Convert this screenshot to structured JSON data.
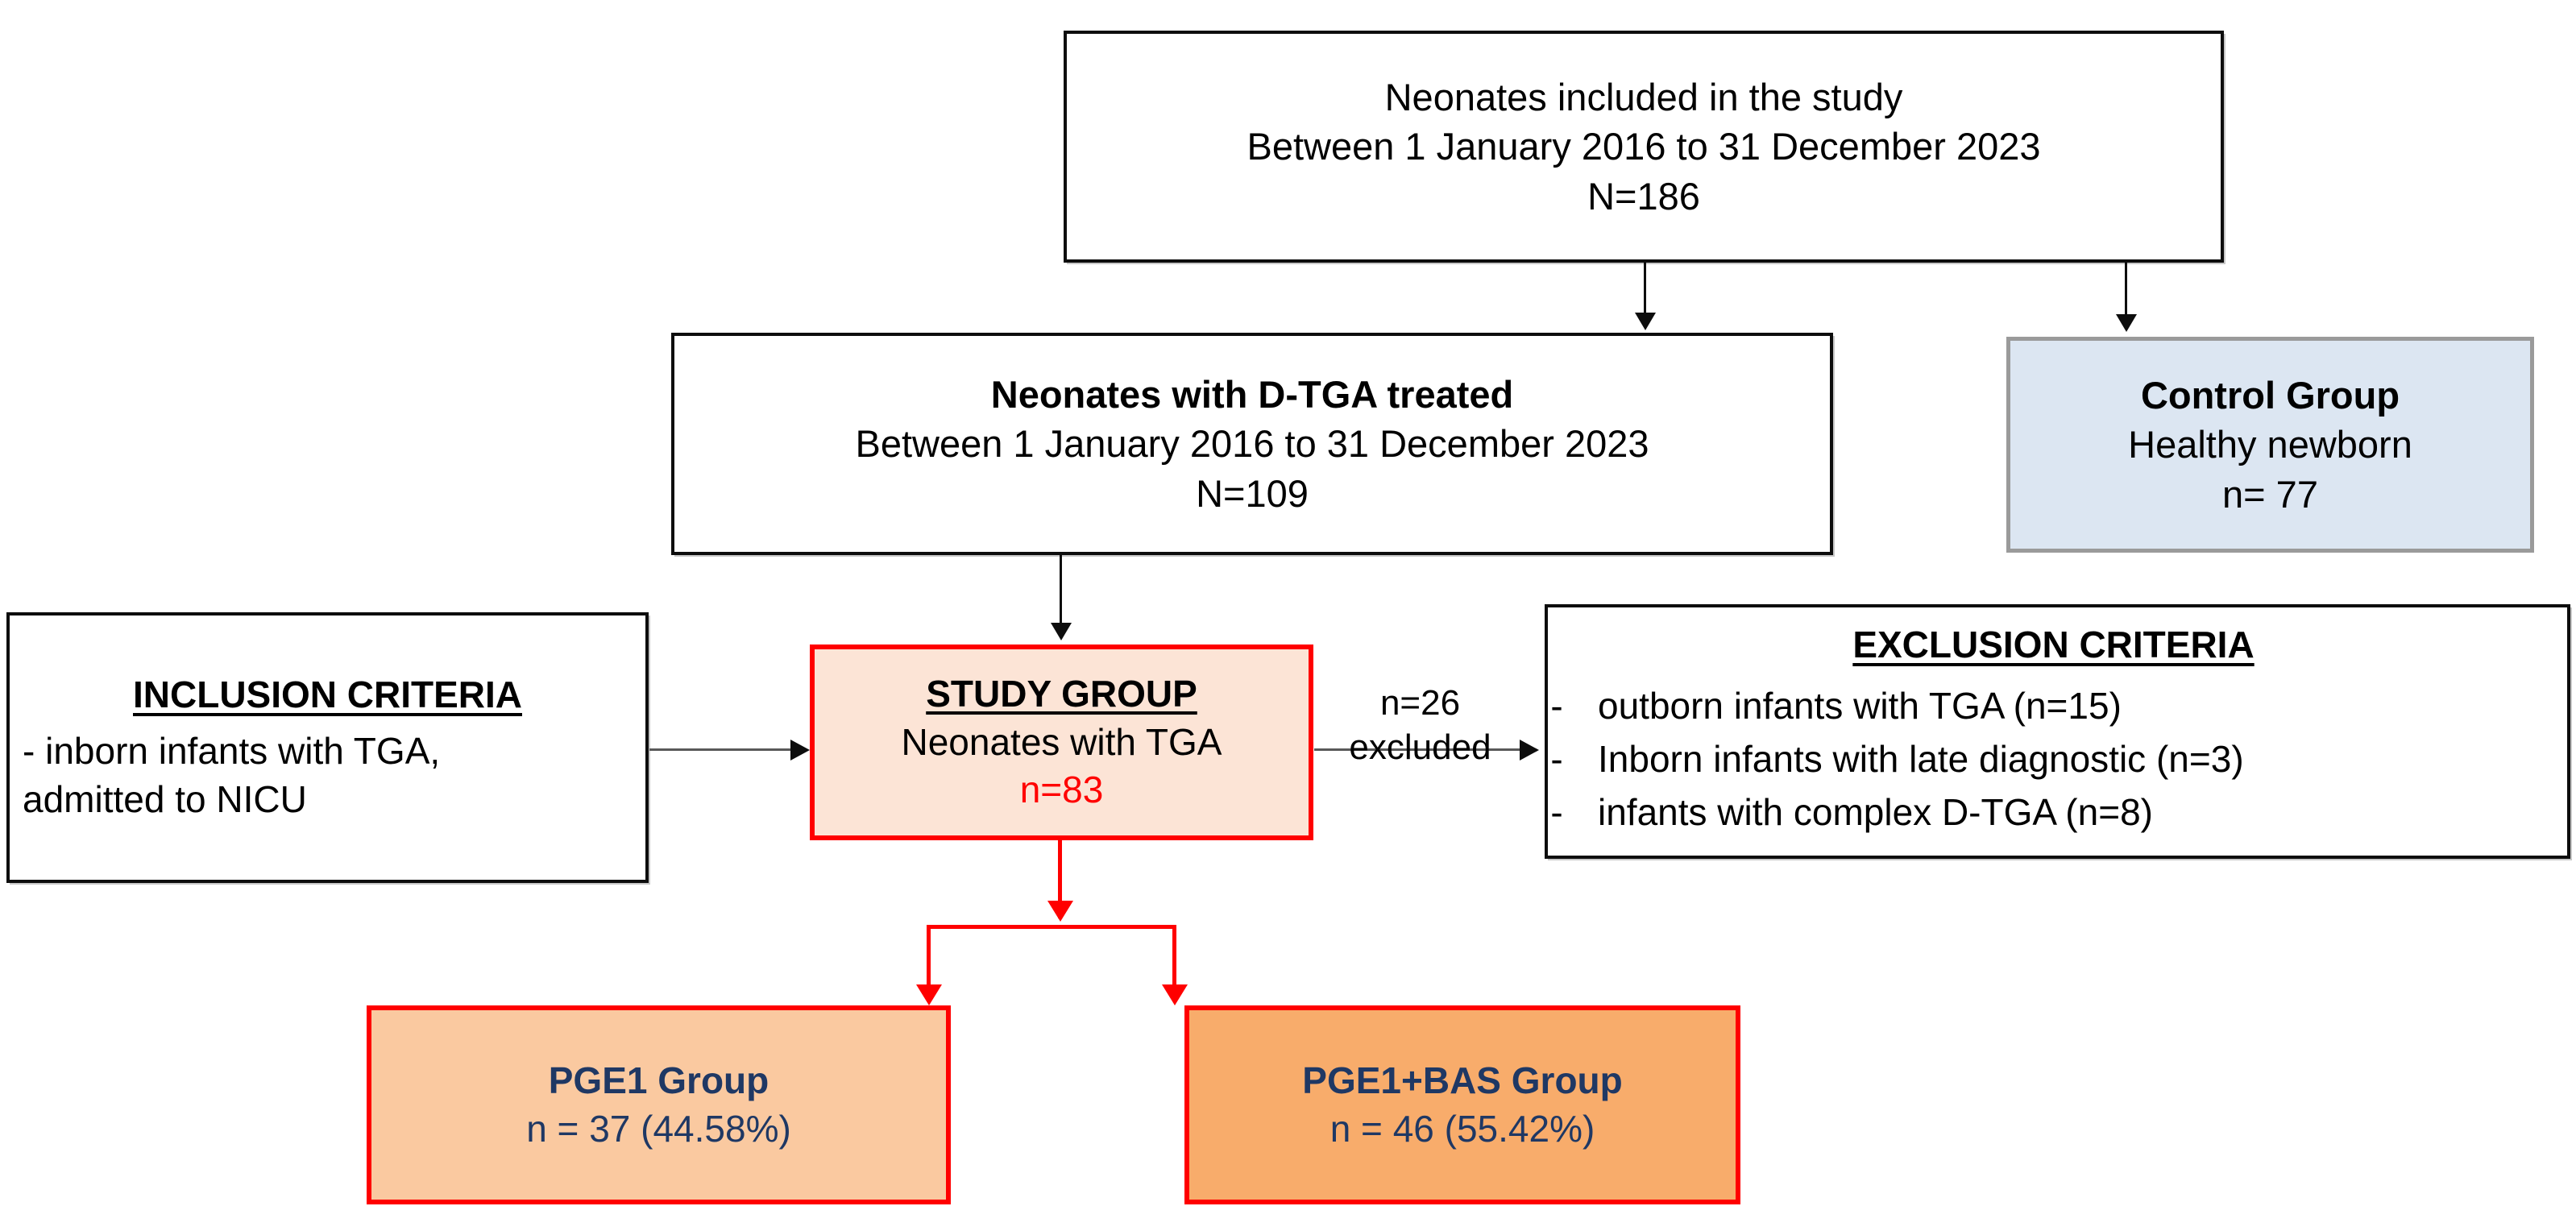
{
  "diagram": {
    "title": "Study flow diagram",
    "colors": {
      "red_accent": "#ff0000",
      "navy_text": "#1f3864",
      "control_fill": "#dce6f2",
      "study_fill": "#fce4d6",
      "pge1_fill": "#fac9a0",
      "pge1bas_fill": "#f8ac6b",
      "border_black": "#0d0d0d",
      "border_gray": "#9a9a9a"
    }
  },
  "nodes": {
    "enrolled": {
      "line1": "Neonates included in the study",
      "line2": "Between 1 January 2016 to 31 December 2023",
      "line3": "N=186"
    },
    "dtga": {
      "line1": "Neonates with D-TGA treated",
      "line2": "Between 1 January 2016 to 31 December 2023",
      "line3": "N=109"
    },
    "control": {
      "line1": "Control Group",
      "line2": "Healthy newborn",
      "line3": "n= 77"
    },
    "inclusion": {
      "heading": "INCLUSION CRITERIA",
      "line1": "- inborn infants with TGA,",
      "line2": "admitted to NICU"
    },
    "study_group": {
      "heading": "STUDY GROUP",
      "line1": "Neonates with TGA",
      "line2": "n=83"
    },
    "exclusion": {
      "heading": "EXCLUSION CRITERIA",
      "bullet_marker": "-",
      "items": [
        "outborn infants with TGA (n=15)",
        "Inborn infants with late diagnostic (n=3)",
        "infants with complex D-TGA  (n=8)"
      ]
    },
    "pge1": {
      "line1": "PGE1 Group",
      "line2": "n = 37 (44.58%)"
    },
    "pge1_bas": {
      "line1": "PGE1+BAS Group",
      "line2": "n = 46 (55.42%)"
    }
  },
  "edges": {
    "excluded_label": {
      "line1": "n=26",
      "line2": "excluded"
    }
  }
}
